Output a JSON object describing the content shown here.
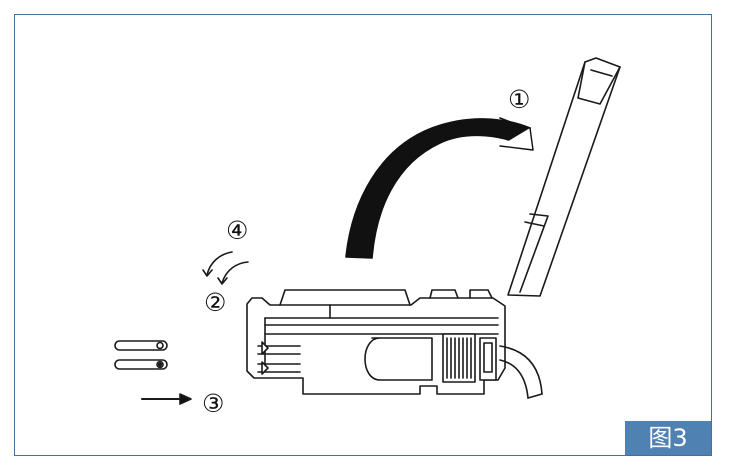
{
  "figure": {
    "label": "图3",
    "label_color": "#4f81b3",
    "border_color": "#4a6f95",
    "steps": [
      "①",
      "②",
      "③",
      "④"
    ]
  }
}
